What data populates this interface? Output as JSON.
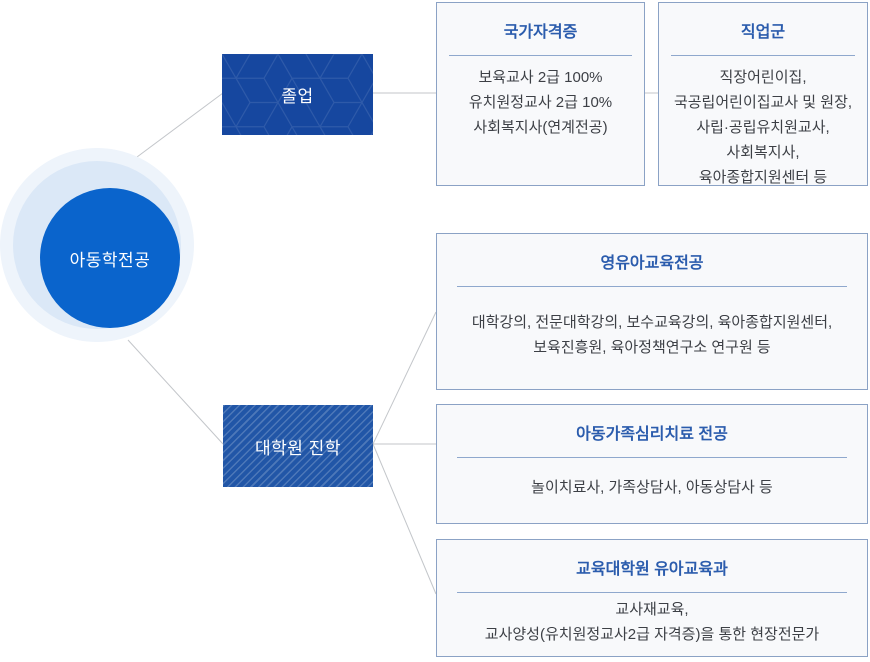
{
  "colors": {
    "primary_circle_blue": "#0a64cc",
    "circle_ring_mid": "#dbe8f7",
    "circle_ring_outer": "#eef4fb",
    "branch_box_blue": "#16479f",
    "branch_box_striped_blue": "#2156a7",
    "card_title_blue": "#2b5cad",
    "card_border": "#8ba2c5",
    "card_background": "#f8f9fb",
    "connector_gray": "#c3c6ca",
    "body_text": "#3d4046"
  },
  "root": {
    "label": "아동학전공"
  },
  "branches": {
    "graduation": {
      "label": "졸업"
    },
    "grad_school": {
      "label": "대학원 진학"
    }
  },
  "cards": [
    {
      "title": "국가자격증",
      "lines": [
        "보육교사 2급 100%",
        "유치원정교사 2급 10%",
        "사회복지사(연계전공)"
      ]
    },
    {
      "title": "직업군",
      "lines": [
        "직장어린이집,",
        "국공립어린이집교사 및 원장,",
        "사립·공립유치원교사,",
        "사회복지사,",
        "육아종합지원센터 등"
      ]
    },
    {
      "title": "영유아교육전공",
      "lines": [
        "대학강의, 전문대학강의, 보수교육강의, 육아종합지원센터,",
        "보육진흥원, 육아정책연구소 연구원 등"
      ]
    },
    {
      "title": "아동가족심리치료 전공",
      "lines": [
        "놀이치료사, 가족상담사, 아동상담사 등"
      ]
    },
    {
      "title": "교육대학원 유아교육과",
      "lines": [
        "교사재교육,",
        "교사양성(유치원정교사2급 자격증)을 통한 현장전문가"
      ]
    }
  ]
}
